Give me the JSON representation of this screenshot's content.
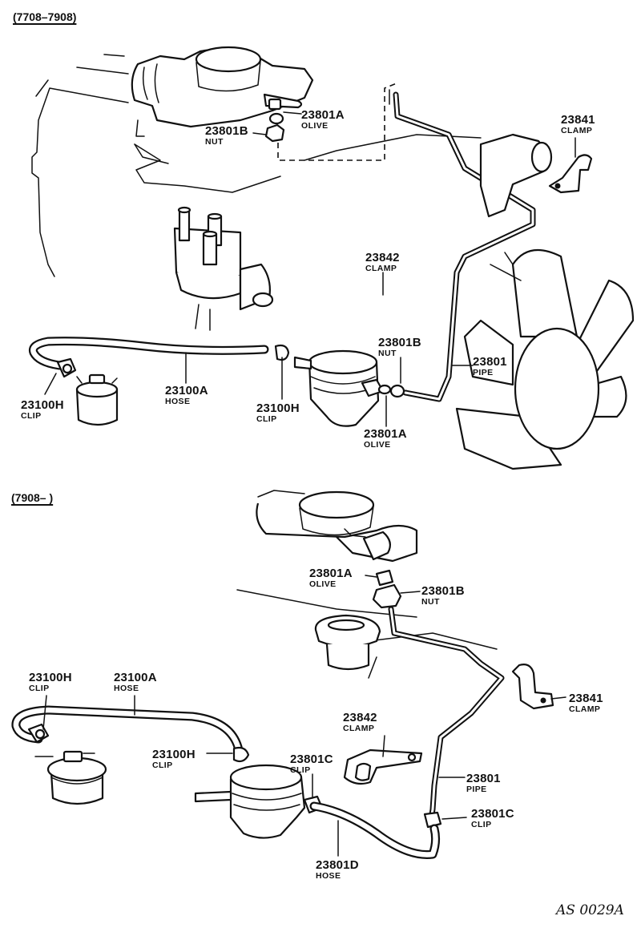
{
  "sections": [
    {
      "range": "(7708–7908)",
      "labels": [
        {
          "id": "olive-23801a-upper",
          "num": "23801A",
          "name": "OLIVE"
        },
        {
          "id": "nut-23801b-upper",
          "num": "23801B",
          "name": "NUT"
        },
        {
          "id": "clamp-23841",
          "num": "23841",
          "name": "CLAMP"
        },
        {
          "id": "clamp-23842",
          "num": "23842",
          "name": "CLAMP"
        },
        {
          "id": "nut-23801b-lower",
          "num": "23801B",
          "name": "NUT"
        },
        {
          "id": "pipe-23801",
          "num": "23801",
          "name": "PIPE"
        },
        {
          "id": "hose-23100a",
          "num": "23100A",
          "name": "HOSE"
        },
        {
          "id": "clip-23100h-left",
          "num": "23100H",
          "name": "CLIP"
        },
        {
          "id": "clip-23100h-right",
          "num": "23100H",
          "name": "CLIP"
        },
        {
          "id": "olive-23801a-lower",
          "num": "23801A",
          "name": "OLIVE"
        }
      ]
    },
    {
      "range": "(7908–      )",
      "labels": [
        {
          "id": "olive-23801a",
          "num": "23801A",
          "name": "OLIVE"
        },
        {
          "id": "nut-23801b",
          "num": "23801B",
          "name": "NUT"
        },
        {
          "id": "clip-23100h-left",
          "num": "23100H",
          "name": "CLIP"
        },
        {
          "id": "hose-23100a",
          "num": "23100A",
          "name": "HOSE"
        },
        {
          "id": "clamp-23841",
          "num": "23841",
          "name": "CLAMP"
        },
        {
          "id": "clamp-23842",
          "num": "23842",
          "name": "CLAMP"
        },
        {
          "id": "clip-23100h-right",
          "num": "23100H",
          "name": "CLIP"
        },
        {
          "id": "clip-23801c-left",
          "num": "23801C",
          "name": "CLIP"
        },
        {
          "id": "pipe-23801",
          "num": "23801",
          "name": "PIPE"
        },
        {
          "id": "clip-23801c-right",
          "num": "23801C",
          "name": "CLIP"
        },
        {
          "id": "hose-23801d",
          "num": "23801D",
          "name": "HOSE"
        }
      ]
    }
  ],
  "drawing_code": "AS 0029A"
}
